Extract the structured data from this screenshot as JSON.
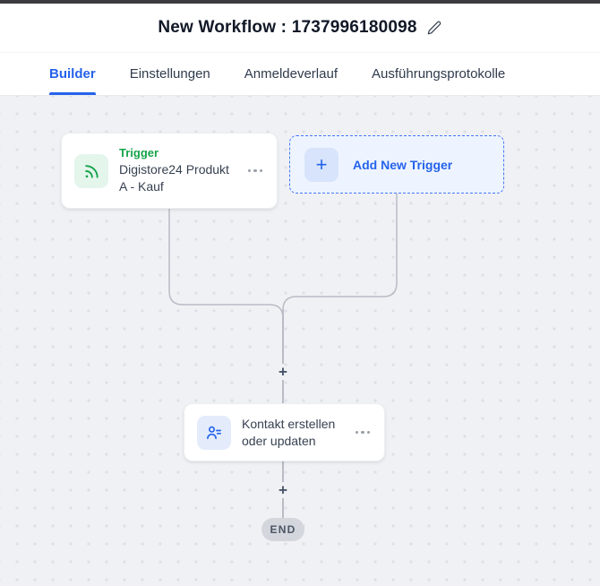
{
  "header": {
    "title": "New Workflow : 1737996180098",
    "edit_icon": "pencil-icon"
  },
  "tabs": [
    {
      "label": "Builder",
      "active": true
    },
    {
      "label": "Einstellungen",
      "active": false
    },
    {
      "label": "Anmeldeverlauf",
      "active": false
    },
    {
      "label": "Ausführungsprotokolle",
      "active": false
    }
  ],
  "canvas": {
    "trigger_card": {
      "category": "Trigger",
      "title": "Digistore24 Produkt A - Kauf",
      "icon": "rss-icon",
      "menu_icon": "more-menu-icon"
    },
    "add_trigger": {
      "label": "Add New Trigger",
      "plus_glyph": "+",
      "icon": "plus-icon"
    },
    "connectors": {
      "add_step_top": "+",
      "add_step_bottom": "+"
    },
    "action_card": {
      "title": "Kontakt erstellen oder updaten",
      "icon": "contact-icon",
      "menu_icon": "more-menu-icon"
    },
    "end_badge": {
      "label": "END"
    }
  },
  "colors": {
    "accent_blue": "#2563eb",
    "trigger_green": "#16a34a",
    "canvas_bg": "#f0f1f4",
    "connector": "#b8bcc5",
    "end_badge_bg": "#d3d6dc",
    "top_strip": "#3c3c3f"
  }
}
